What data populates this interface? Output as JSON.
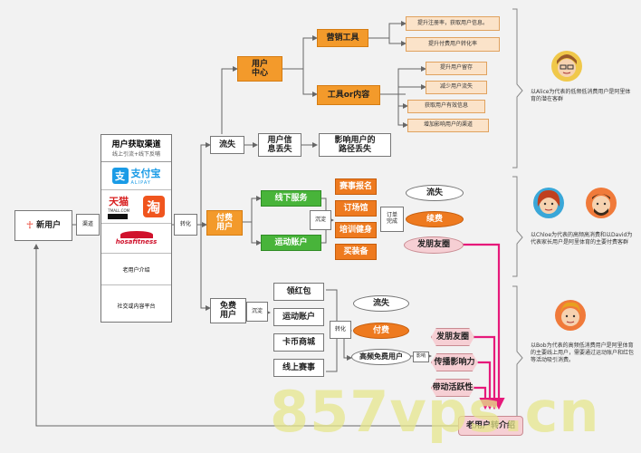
{
  "new_user": "新用户",
  "channel_label": "渠道",
  "convert_label": "转化",
  "acquire": {
    "title": "用户获取渠道",
    "subtitle": "线上引流+线下反哺",
    "alipay": "支付宝",
    "alipay_en": "ALIPAY",
    "tmall": "天猫",
    "tmall_en": "TMALL.COM",
    "taobao": "淘",
    "hosa": "hosafitness",
    "old_referral": "老用户介绍",
    "social": "社交或内容平台"
  },
  "churn": {
    "label": "流失",
    "user_center": "用户\n中心",
    "marketing": "营销工具",
    "tools": "工具or内容",
    "marketing_items": [
      "提升注册率，获取用户信息。",
      "提升付费用户转化率"
    ],
    "tool_items": [
      "提升用户留存",
      "减少用户流失",
      "获取用户有效信息",
      "增加影响用户的渠道"
    ],
    "info_lost": "用户信\n息丢失",
    "path_lost": "影响用户的\n路径丢失"
  },
  "paid": {
    "label": "付费\n用户",
    "offline": "线下服务",
    "sport_account": "运动账户",
    "deposit": "沉淀",
    "services": [
      "赛事报名",
      "订场馆",
      "培训健身",
      "买装备"
    ],
    "order_done": "订单\n完成",
    "outcomes": [
      "流失",
      "续费",
      "发朋友圈"
    ]
  },
  "free": {
    "label": "免费\n用户",
    "deposit": "沉淀",
    "actions": [
      "领红包",
      "运动账户",
      "卡币商城",
      "线上赛事"
    ],
    "convert": "转化",
    "outcomes": [
      "流失",
      "付费"
    ],
    "high_freq": "高频免费用户",
    "impact": "影响",
    "spread": [
      "发朋友圈",
      "传播影响力",
      "带动活跃性"
    ]
  },
  "referral_out": "老用户转介绍",
  "personas": [
    "以Alice为代表的低频低消费用户是阿里体育的潜在客群",
    "以Chloe为代表的高频高消费和以David为代表家长用户是阿里体育的主要付费客群",
    "以Bob为代表的高频低消费用户是阿里体育的主要线上用户，需要通过运动账户和红包等活动吸引消费。"
  ],
  "watermark": "857vps.cn",
  "colors": {
    "orange": "#f39a2b",
    "green": "#48b43a",
    "pink_line": "#e6197a",
    "gray_line": "#666666"
  }
}
